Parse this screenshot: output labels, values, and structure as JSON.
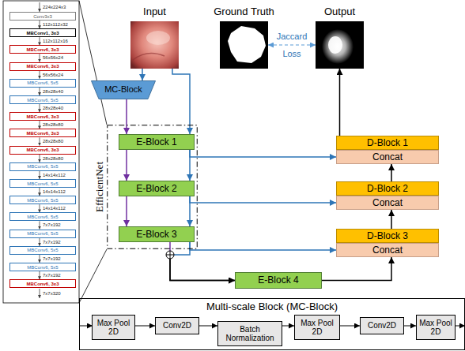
{
  "diagram": {
    "nodes": [
      {
        "text": [
          "Conv3x3"
        ]
      },
      {
        "text": [
          "MBConv1, 3x3"
        ]
      },
      {
        "text": [
          "MBConv6, 3x3"
        ]
      },
      {
        "text": [
          "MBConv6, 3x3"
        ]
      },
      {
        "text": [
          "MBConv6, 5x5"
        ]
      },
      {
        "text": [
          "MBConv6, 5x5"
        ]
      },
      {
        "text": [
          "MBConv6, 3x3"
        ]
      },
      {
        "text": [
          "MBConv6, 3x3"
        ]
      },
      {
        "text": [
          "MBConv6, 3x3"
        ]
      },
      {
        "text": [
          "MBConv6, 5x5"
        ]
      },
      {
        "text": [
          "MBConv6, 5x5"
        ]
      },
      {
        "text": [
          "MBConv6, 5x5"
        ]
      },
      {
        "text": [
          "MBConv6, 5x5"
        ]
      },
      {
        "text": [
          "MBConv6, 5x5"
        ]
      },
      {
        "text": [
          "MBConv6, 5x5"
        ]
      },
      {
        "text": [
          "MBConv6, 5x5"
        ]
      },
      {
        "text": [
          "MBConv6, 3x3"
        ]
      },
      {
        "text": [
          "Input"
        ]
      },
      {
        "text": [
          "Ground Truth"
        ]
      },
      {
        "text": [
          "Output"
        ]
      },
      {
        "text": [
          "MC-Block"
        ]
      },
      {
        "text": [
          "EfficientNet"
        ]
      },
      {
        "text": [
          "E-Block 1"
        ],
        "in": 21
      },
      {
        "text": [
          "E-Block 2"
        ],
        "in": 21
      },
      {
        "text": [
          "E-Block 3"
        ],
        "in": 21
      },
      {
        "text": [
          "D-Block 1"
        ]
      },
      {
        "text": [
          "Concat"
        ]
      },
      {
        "text": [
          "D-Block 2"
        ]
      },
      {
        "text": [
          "Concat"
        ]
      },
      {
        "text": [
          "D-Block 3"
        ]
      },
      {
        "text": [
          "Concat"
        ]
      },
      {
        "text": [
          "E-Block 4"
        ]
      },
      {
        "text": [
          "Multi-scale Block (MC-Block)"
        ]
      },
      {
        "text": [
          "Max Pool 2D"
        ],
        "in": 32
      },
      {
        "text": [
          "Conv2D"
        ],
        "in": 32
      },
      {
        "text": [
          "Batch Normalization"
        ],
        "in": 32
      },
      {
        "text": [
          "Max Pool 2D"
        ],
        "in": 32
      },
      {
        "text": [
          "Conv2D"
        ],
        "in": 32
      },
      {
        "text": [
          "Max Pool 2D"
        ],
        "in": 32
      }
    ],
    "edges": [
      {
        "from": 0,
        "to": 1,
        "arrow": "to",
        "label": "112x112x32"
      },
      {
        "from": 1,
        "to": 2,
        "arrow": "to",
        "label": "112x112x16"
      },
      {
        "from": 2,
        "to": 3,
        "arrow": "to",
        "label": "56x56x24"
      },
      {
        "from": 3,
        "to": 4,
        "arrow": "to",
        "label": "56x56x24"
      },
      {
        "from": 4,
        "to": 5,
        "arrow": "to",
        "label": "28x28x40"
      },
      {
        "from": 5,
        "to": 6,
        "arrow": "to",
        "label": "28x28x40"
      },
      {
        "from": 6,
        "to": 7,
        "arrow": "to",
        "label": "28x28x80"
      },
      {
        "from": 7,
        "to": 8,
        "arrow": "to",
        "label": "28x28x80"
      },
      {
        "from": 8,
        "to": 9,
        "arrow": "to",
        "label": "28x28x80"
      },
      {
        "from": 9,
        "to": 10,
        "arrow": "to",
        "label": "14x14x112"
      },
      {
        "from": 10,
        "to": 11,
        "arrow": "to",
        "label": "14x14x112"
      },
      {
        "from": 11,
        "to": 12,
        "arrow": "to",
        "label": "14x14x112"
      },
      {
        "from": 12,
        "to": 13,
        "arrow": "to",
        "label": "7x7x192"
      },
      {
        "from": 13,
        "to": 14,
        "arrow": "to",
        "label": "7x7x192"
      },
      {
        "from": 14,
        "to": 15,
        "arrow": "to",
        "label": "7x7x192"
      },
      {
        "from": 15,
        "to": 16,
        "arrow": "to",
        "label": "7x7x192"
      },
      {
        "from": 18,
        "to": 19,
        "arrow": "both",
        "label": "Jaccard Loss"
      },
      {
        "from": 17,
        "to": 20,
        "arrow": "to"
      },
      {
        "from": 17,
        "to": 22,
        "arrow": "to"
      },
      {
        "from": 20,
        "to": 22,
        "arrow": "to"
      },
      {
        "from": 22,
        "to": 23,
        "arrow": "to"
      },
      {
        "from": 22,
        "to": 23,
        "arrow": "to"
      },
      {
        "from": 23,
        "to": 24,
        "arrow": "to"
      },
      {
        "from": 23,
        "to": 24,
        "arrow": "to"
      },
      {
        "from": 24,
        "to": 31,
        "arrow": "to"
      },
      {
        "from": 24,
        "to": 31,
        "arrow": "to"
      },
      {
        "from": 22,
        "to": 26,
        "arrow": "to"
      },
      {
        "from": 23,
        "to": 28,
        "arrow": "to"
      },
      {
        "from": 24,
        "to": 30,
        "arrow": "to"
      },
      {
        "from": 31,
        "to": 30,
        "arrow": "to"
      },
      {
        "from": 29,
        "to": 28,
        "arrow": "to"
      },
      {
        "from": 27,
        "to": 26,
        "arrow": "to"
      },
      {
        "from": 25,
        "to": 19,
        "arrow": "to"
      },
      {
        "from": 33,
        "to": 34,
        "arrow": "to"
      },
      {
        "from": 34,
        "to": 35,
        "arrow": "to"
      },
      {
        "from": 35,
        "to": 36,
        "arrow": "to"
      },
      {
        "from": 36,
        "to": 37,
        "arrow": "to"
      },
      {
        "from": 37,
        "to": 38,
        "arrow": "to"
      }
    ],
    "labels": [
      "224x224x3",
      "7x7x320"
    ]
  }
}
